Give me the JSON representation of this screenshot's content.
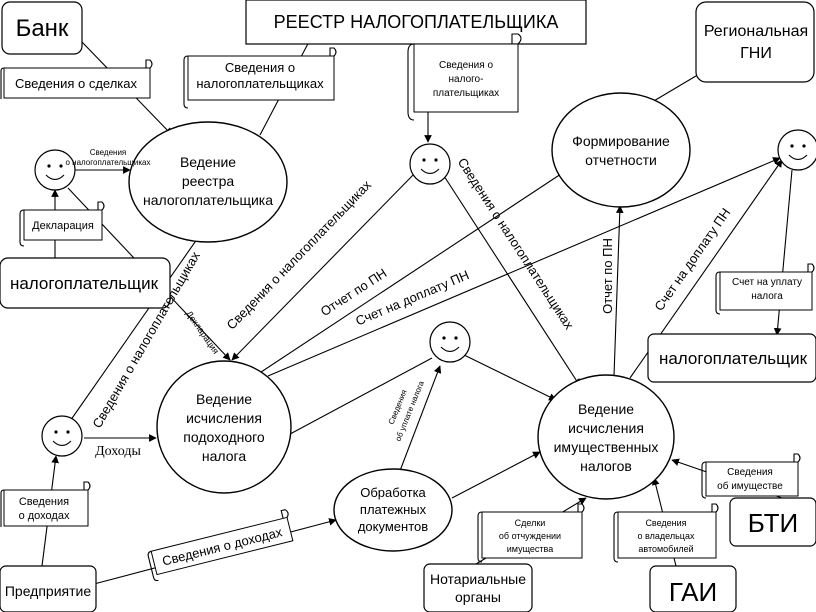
{
  "entities": {
    "bank": "Банк",
    "registry": "РЕЕСТР НАЛОГОПЛАТЕЛЬЩИКА",
    "regional_1": "Региональная",
    "regional_2": "ГНИ",
    "taxpayer_left": "налогоплательщик",
    "taxpayer_right": "налогоплательщик",
    "bti": "БТИ",
    "enterprise": "Предприятие",
    "notary_1": "Нотариальные",
    "notary_2": "органы",
    "gai": "ГАИ"
  },
  "processes": {
    "registry_1": "Ведение",
    "registry_2": "реестра",
    "registry_3": "налогоплательщика",
    "reporting_1": "Формирование",
    "reporting_2": "отчетности",
    "income_1": "Ведение",
    "income_2": "исчисления",
    "income_3": "подоходного",
    "income_4": "налога",
    "property_1": "Ведение",
    "property_2": "исчисления",
    "property_3": "имущественных",
    "property_4": "налогов",
    "payments_1": "Обработка",
    "payments_2": "платежных",
    "payments_3": "документов"
  },
  "documents": {
    "deals": "Сведения о сделках",
    "tp_info_1": "Сведения о",
    "tp_info_2": "налогоплательщиках",
    "reg_info_1": "Сведения о",
    "reg_info_2": "налого-",
    "reg_info_3": "плательщиках",
    "declaration": "Декларация",
    "income_info_1": "Сведения",
    "income_info_2": "о доходах",
    "bill_1": "Счет на уплату",
    "bill_2": "налога",
    "property_info_1": "Сведения",
    "property_info_2": "об имуществе",
    "deals_alien_1": "Сделки",
    "deals_alien_2": "об отчуждении",
    "deals_alien_3": "имущества",
    "owners_1": "Сведения",
    "owners_2": "о владельцах",
    "owners_3": "автомобилей",
    "income_flow": "Сведения о доходах"
  },
  "flows": {
    "small_tp_1": "Сведения",
    "small_tp_2": "о налогоплательщиках",
    "decl_small": "Декларация",
    "tp_info_rot": "Сведения о налогоплательщиках",
    "tp_info_mid": "Сведения о налогоплательщиках",
    "tp_info_right": "Сведения о налогоплательщиках",
    "report_pn": "Отчет по ПН",
    "bill_pn": "Счет на доплату ПН",
    "report_pn_v": "Отчет по ПН",
    "bill_pn_right": "Счет на доплату ПН",
    "income_label": "Доходы",
    "pay_info_1": "Сведения",
    "pay_info_2": "об уплате налога"
  }
}
